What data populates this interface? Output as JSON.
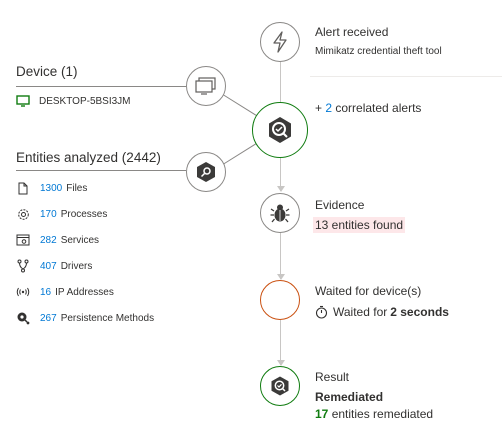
{
  "steps": {
    "alert": {
      "title": "Alert received",
      "detail": "Mimikatz credential theft tool"
    },
    "correlated": {
      "prefix": "+ ",
      "count": "2",
      "suffix": " correlated alerts"
    },
    "evidence": {
      "title": "Evidence",
      "detail": "13 entities found"
    },
    "waited": {
      "title": "Waited for device(s)",
      "prefix": "Waited for ",
      "duration": "2 seconds"
    },
    "result": {
      "title": "Result",
      "status": "Remediated",
      "count": "17",
      "suffix": " entities remediated"
    }
  },
  "device": {
    "header": "Device (1)",
    "name": "DESKTOP-5BSI3JM"
  },
  "entities": {
    "header": "Entities analyzed (2442)",
    "items": [
      {
        "count": "1300",
        "label": "Files",
        "icon": "file-icon"
      },
      {
        "count": "170",
        "label": "Processes",
        "icon": "gear-icon"
      },
      {
        "count": "282",
        "label": "Services",
        "icon": "service-icon"
      },
      {
        "count": "407",
        "label": "Drivers",
        "icon": "driver-icon"
      },
      {
        "count": "16",
        "label": "IP Addresses",
        "icon": "broadcast-icon"
      },
      {
        "count": "267",
        "label": "Persistence Methods",
        "icon": "persistence-icon"
      }
    ]
  },
  "colors": {
    "accent": "#0078d4",
    "success": "#107c10",
    "warning": "#ca5010",
    "line": "#c8c6c4"
  }
}
